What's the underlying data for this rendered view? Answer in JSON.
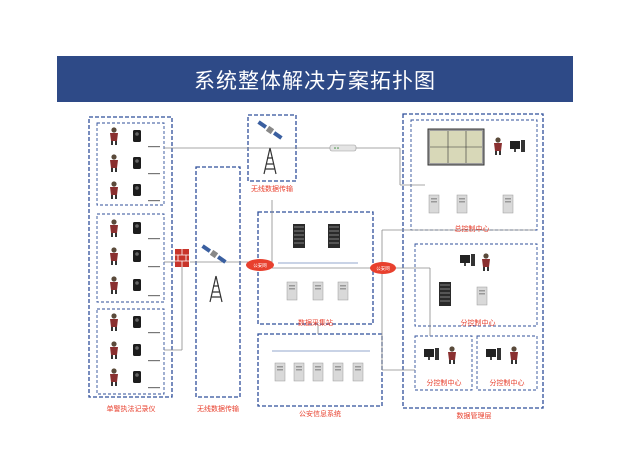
{
  "title": "系统整体解决方案拓扑图",
  "colors": {
    "banner": "#2e4a87",
    "box": "#2f4f9a",
    "label": "#e8402e",
    "line": "#7a7a7a",
    "cloud": "#e8402e"
  },
  "sections": {
    "recorder_group": "单警执法记录仪",
    "wireless_left": "无线数据传输",
    "wireless_top": "无线数据传输",
    "data_collection": "数据采集站",
    "police_info": "公安信息系统",
    "data_management": "数据管理层",
    "master_center": "总控制中心",
    "sub_center_top": "分控制中心",
    "sub_center_left": "分控制中心",
    "sub_center_right": "分控制中心"
  },
  "cloud_labels": {
    "left": "公安网",
    "right": "公安网"
  },
  "icons": [
    "satellite-icon",
    "radio-tower-icon",
    "firewall-icon",
    "router-icon",
    "server-icon",
    "workstation-icon",
    "operator-icon",
    "officer-icon",
    "body-camera-icon",
    "monitor-wall-icon"
  ]
}
